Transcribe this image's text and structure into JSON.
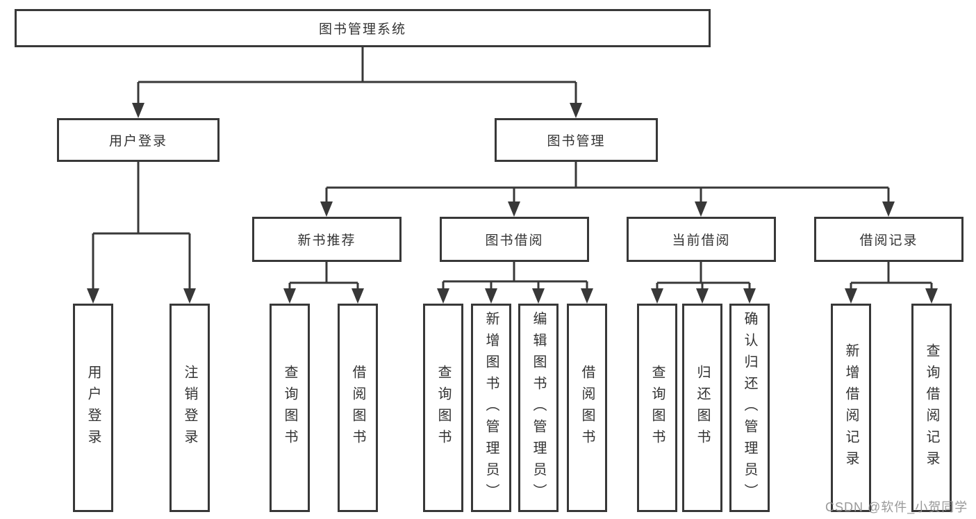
{
  "diagram": {
    "title": "图书管理系统",
    "root": {
      "label": "图书管理系统"
    },
    "level2": [
      {
        "label": "用户登录"
      },
      {
        "label": "图书管理"
      }
    ],
    "level3": [
      {
        "label": "新书推荐"
      },
      {
        "label": "图书借阅"
      },
      {
        "label": "当前借阅"
      },
      {
        "label": "借阅记录"
      }
    ],
    "leaves": {
      "user_login": [
        {
          "label": "用户登录"
        },
        {
          "label": "注销登录"
        }
      ],
      "new_book": [
        {
          "label": "查询图书"
        },
        {
          "label": "借阅图书"
        }
      ],
      "book_borrow": [
        {
          "label": "查询图书"
        },
        {
          "label": "新增图书（管理员）"
        },
        {
          "label": "编辑图书（管理员）"
        },
        {
          "label": "借阅图书"
        }
      ],
      "current_borrow": [
        {
          "label": "查询图书"
        },
        {
          "label": "归还图书"
        },
        {
          "label": "确认归还（管理员）"
        }
      ],
      "borrow_record": [
        {
          "label": "新增借阅记录"
        },
        {
          "label": "查询借阅记录"
        }
      ]
    },
    "watermark": "CSDN @软件_小贺同学",
    "colors": {
      "line": "#383838",
      "text": "#333333",
      "watermark": "#949494",
      "background": "#ffffff"
    }
  }
}
